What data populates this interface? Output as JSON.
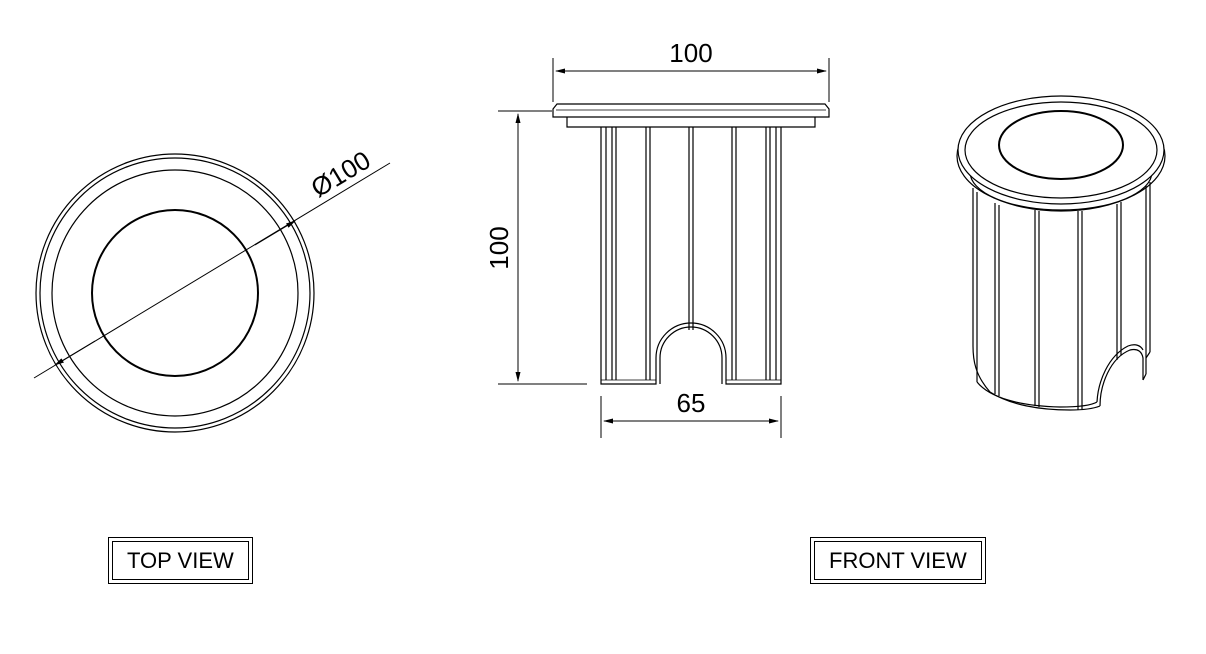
{
  "top_view": {
    "diameter_label": "Ø100",
    "caption": "TOP VIEW"
  },
  "side_view": {
    "width_label": "100",
    "height_label": "100",
    "base_width_label": "65"
  },
  "iso_view": {
    "caption": "FRONT VIEW"
  },
  "colors": {
    "line": "#000000",
    "background": "#ffffff"
  }
}
